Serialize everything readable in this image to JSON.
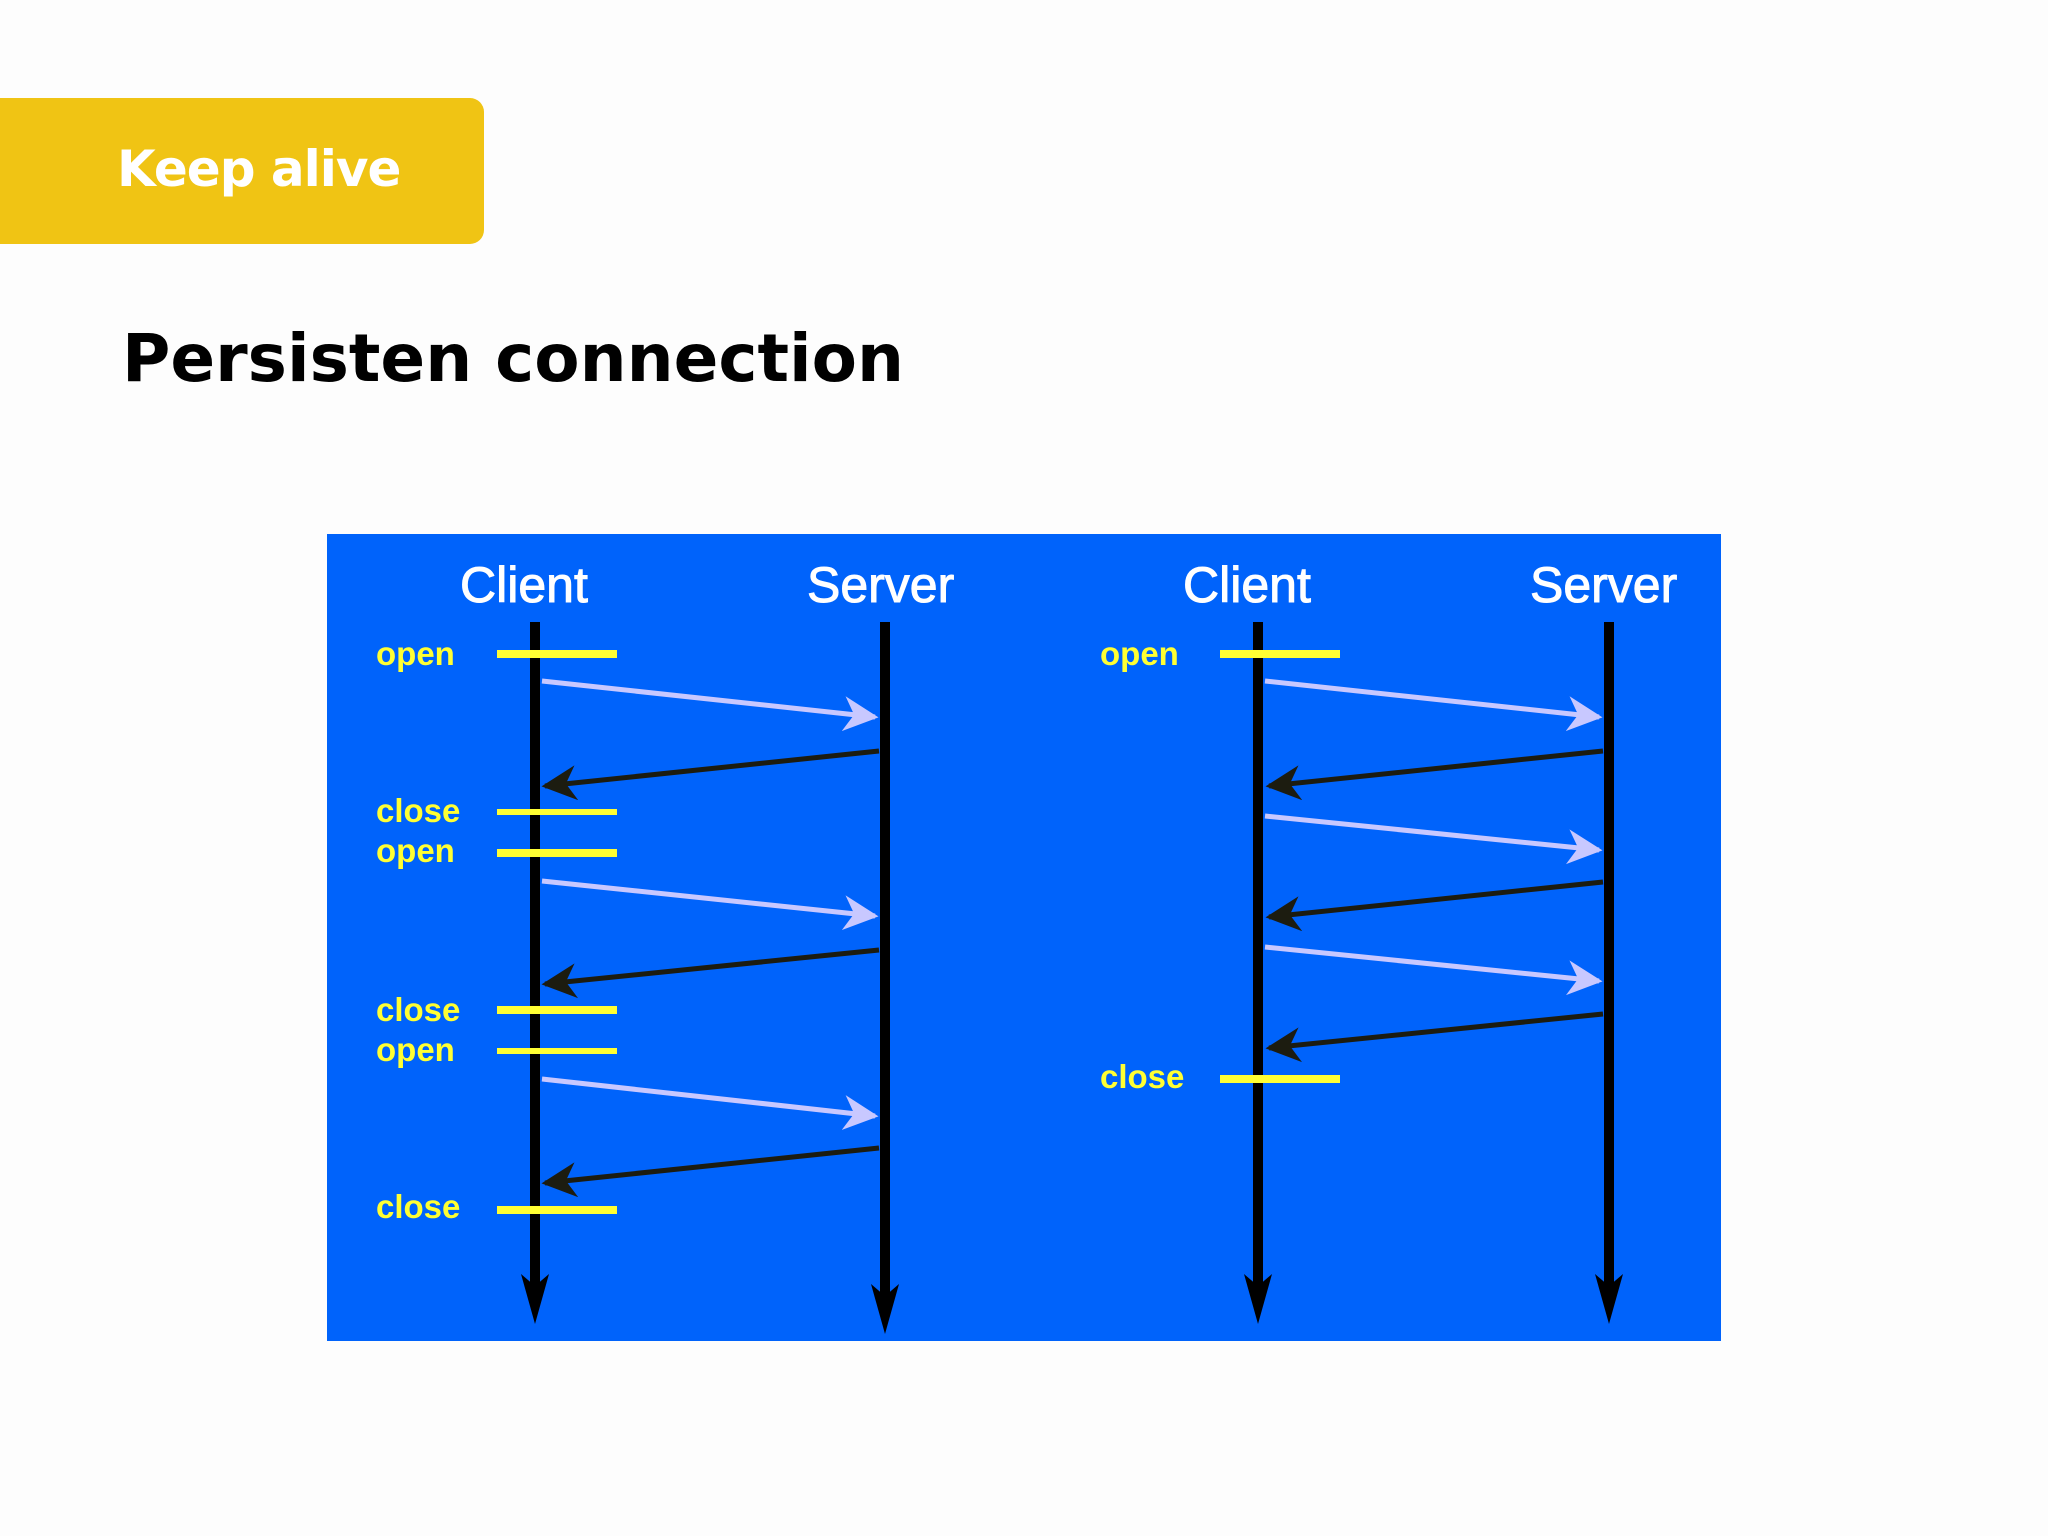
{
  "header": {
    "tag_label": "Keep alive"
  },
  "slide": {
    "title": "Persisten connection"
  },
  "colors": {
    "tag": "#f0c414",
    "diagram_bg": "#0063fb",
    "event_bar": "#ffff33",
    "request_arrow": "#c8c8ff",
    "response_arrow": "#1c1c10",
    "timeline": "#000000"
  },
  "diagram": {
    "left_panel": {
      "client_label": "Client",
      "server_label": "Server",
      "events": [
        "open",
        "close",
        "open",
        "close",
        "open",
        "close"
      ]
    },
    "right_panel": {
      "client_label": "Client",
      "server_label": "Server",
      "events": [
        "open",
        "close"
      ]
    }
  }
}
